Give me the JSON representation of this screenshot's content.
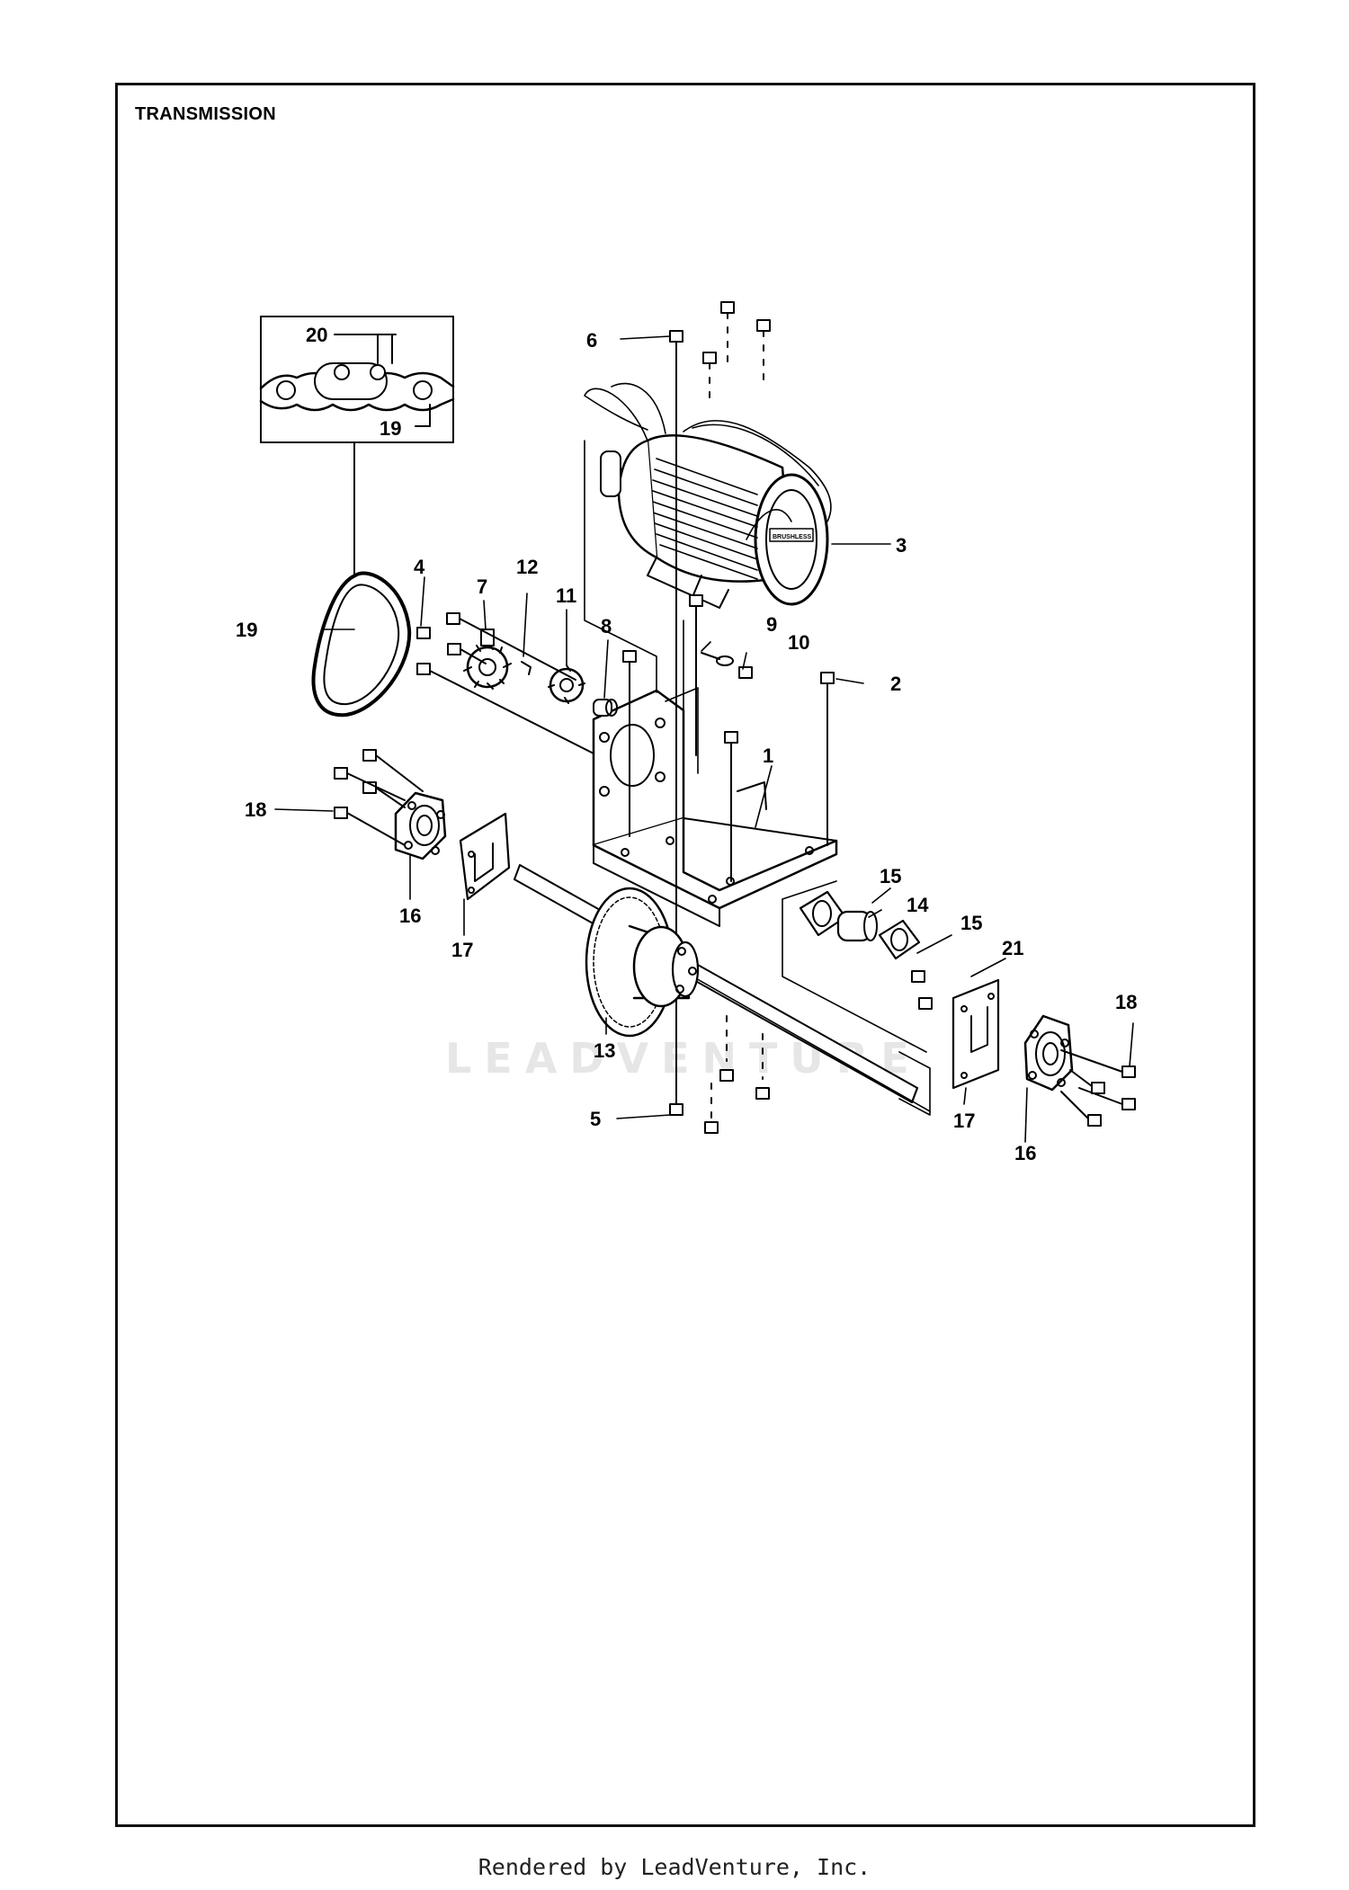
{
  "title": "TRANSMISSION",
  "watermark": "LEADVENTURE",
  "footer": "Rendered by LeadVenture, Inc.",
  "motor_badge": "BRUSHLESS",
  "callouts": [
    {
      "id": "c20",
      "label": "20"
    },
    {
      "id": "c19a",
      "label": "19"
    },
    {
      "id": "c19b",
      "label": "19"
    },
    {
      "id": "c6",
      "label": "6"
    },
    {
      "id": "c3",
      "label": "3"
    },
    {
      "id": "c4",
      "label": "4"
    },
    {
      "id": "c7",
      "label": "7"
    },
    {
      "id": "c12",
      "label": "12"
    },
    {
      "id": "c11",
      "label": "11"
    },
    {
      "id": "c8",
      "label": "8"
    },
    {
      "id": "c9",
      "label": "9"
    },
    {
      "id": "c10",
      "label": "10"
    },
    {
      "id": "c2",
      "label": "2"
    },
    {
      "id": "c1",
      "label": "1"
    },
    {
      "id": "c18a",
      "label": "18"
    },
    {
      "id": "c16a",
      "label": "16"
    },
    {
      "id": "c17a",
      "label": "17"
    },
    {
      "id": "c15a",
      "label": "15"
    },
    {
      "id": "c14",
      "label": "14"
    },
    {
      "id": "c15b",
      "label": "15"
    },
    {
      "id": "c21",
      "label": "21"
    },
    {
      "id": "c13",
      "label": "13"
    },
    {
      "id": "c18b",
      "label": "18"
    },
    {
      "id": "c5",
      "label": "5"
    },
    {
      "id": "c17b",
      "label": "17"
    },
    {
      "id": "c16b",
      "label": "16"
    }
  ]
}
